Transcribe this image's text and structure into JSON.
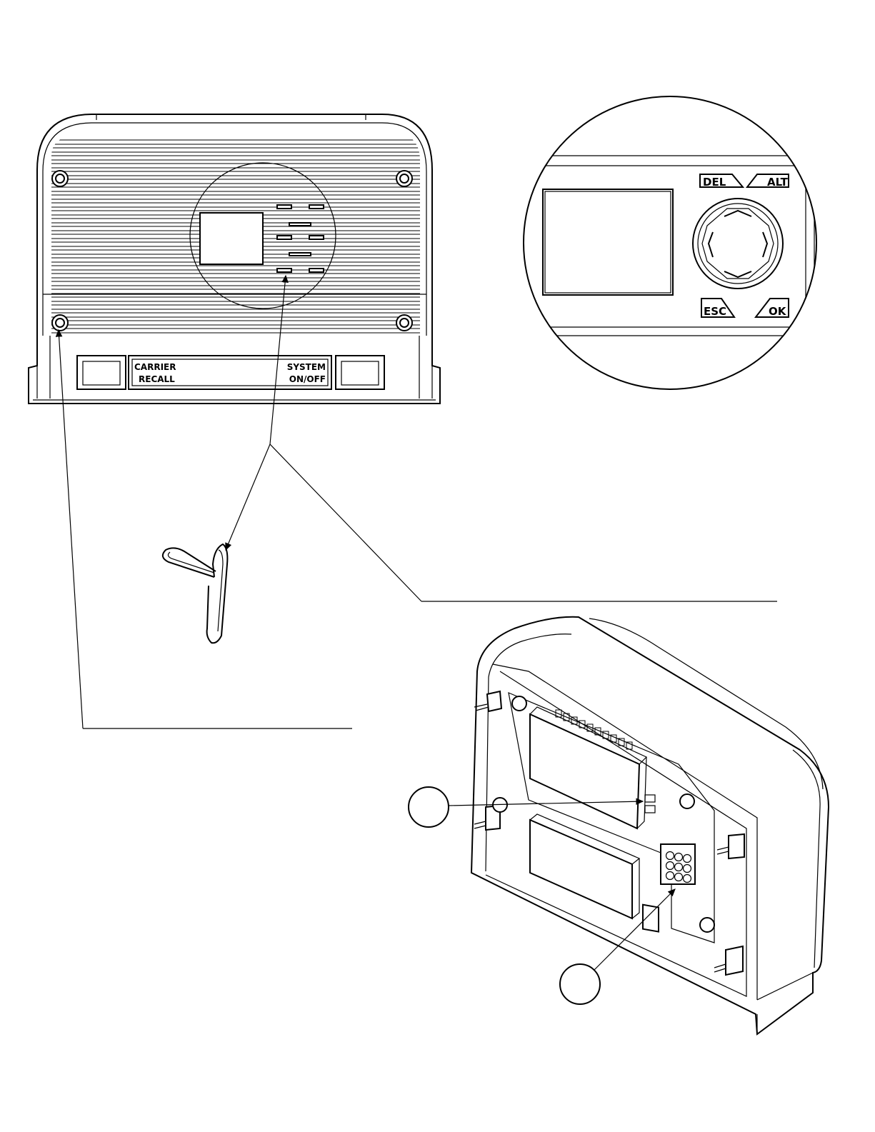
{
  "front_panel": {
    "left_button_label_line1": "CARRIER",
    "left_button_label_line2": "RECALL",
    "right_button_label_line1": "SYSTEM",
    "right_button_label_line2": "ON/OFF"
  },
  "detail_view": {
    "key_top_left": "DEL",
    "key_top_right": "ALT",
    "key_bottom_left": "ESC",
    "key_bottom_right": "OK"
  },
  "colors": {
    "line": "#000000",
    "background": "#ffffff"
  }
}
